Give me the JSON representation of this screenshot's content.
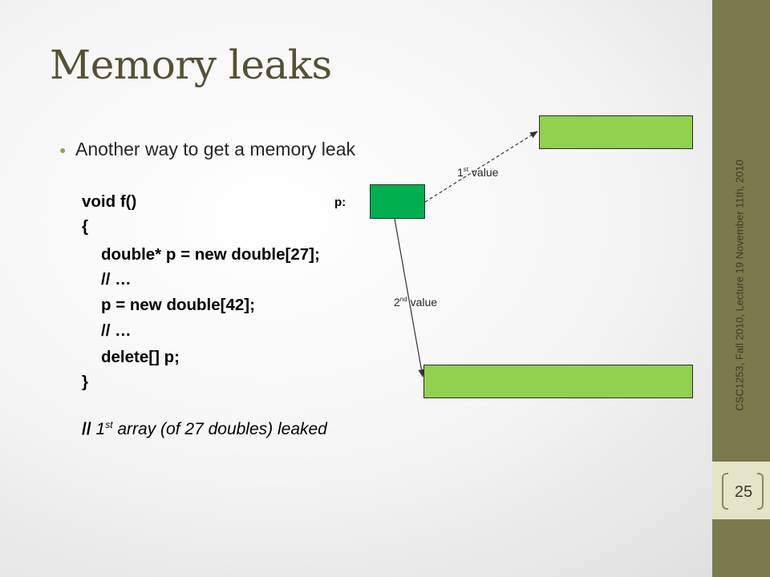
{
  "slide": {
    "title": "Memory leaks",
    "bullet": "Another way to get a memory leak",
    "code_lines": [
      "void f()",
      "{",
      "double* p = new double[27];",
      "// …",
      "p = new double[42];",
      "// …",
      "delete[] p;",
      "}"
    ],
    "comment": {
      "slashes": "//",
      "num": "1",
      "sup": "st",
      "rest": " array (of 27 doubles) leaked"
    },
    "pointer_label": "p:",
    "arrow_first": {
      "num": "1",
      "sup": "st",
      "text": " value"
    },
    "arrow_second": {
      "num": "2",
      "sup": "nd",
      "text": " value"
    }
  },
  "sidebar": {
    "vertical_text": "CSC1253, Fall 2010, Lecture 19          November 11th, 2010",
    "page_number": "25"
  },
  "colors": {
    "title": "#545135",
    "pointer_box": "#00b050",
    "array_boxes": "#92d050",
    "sidebar": "#7b7a4c",
    "page_number_panel": "#e4e4c8"
  }
}
